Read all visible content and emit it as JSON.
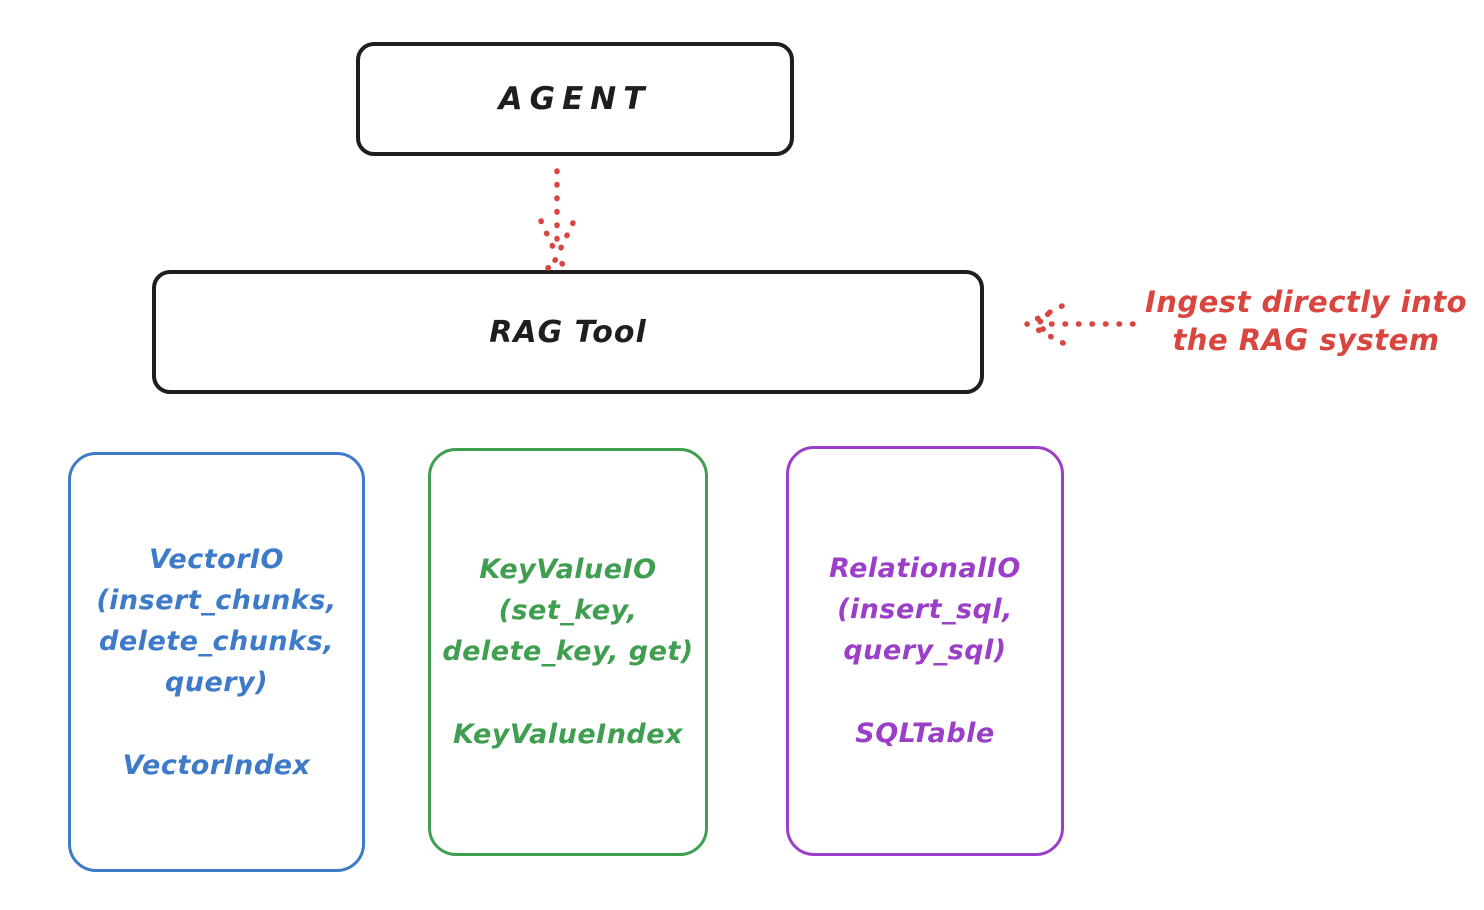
{
  "diagram": {
    "agent": {
      "label": "AGENT"
    },
    "rag_tool": {
      "label": "RAG Tool"
    },
    "ingest_annotation": {
      "line1": "Ingest directly into",
      "line2": "the RAG system",
      "color": "#d9453f"
    },
    "storage_boxes": [
      {
        "name": "VectorIO",
        "lines": [
          "VectorIO",
          "(insert_chunks,",
          "delete_chunks,",
          "query)"
        ],
        "index_label": "VectorIndex",
        "color": "#3d7bc8"
      },
      {
        "name": "KeyValueIO",
        "lines": [
          "KeyValueIO",
          "(set_key,",
          "delete_key, get)"
        ],
        "index_label": "KeyValueIndex",
        "color": "#3f9e4f"
      },
      {
        "name": "RelationalIO",
        "lines": [
          "RelationalIO",
          "(insert_sql,",
          "query_sql)"
        ],
        "index_label": "SQLTable",
        "color": "#9c3fc8"
      }
    ],
    "colors": {
      "stroke": "#1e1e1e",
      "arrow_red": "#d9453f",
      "background": "#ffffff"
    }
  }
}
